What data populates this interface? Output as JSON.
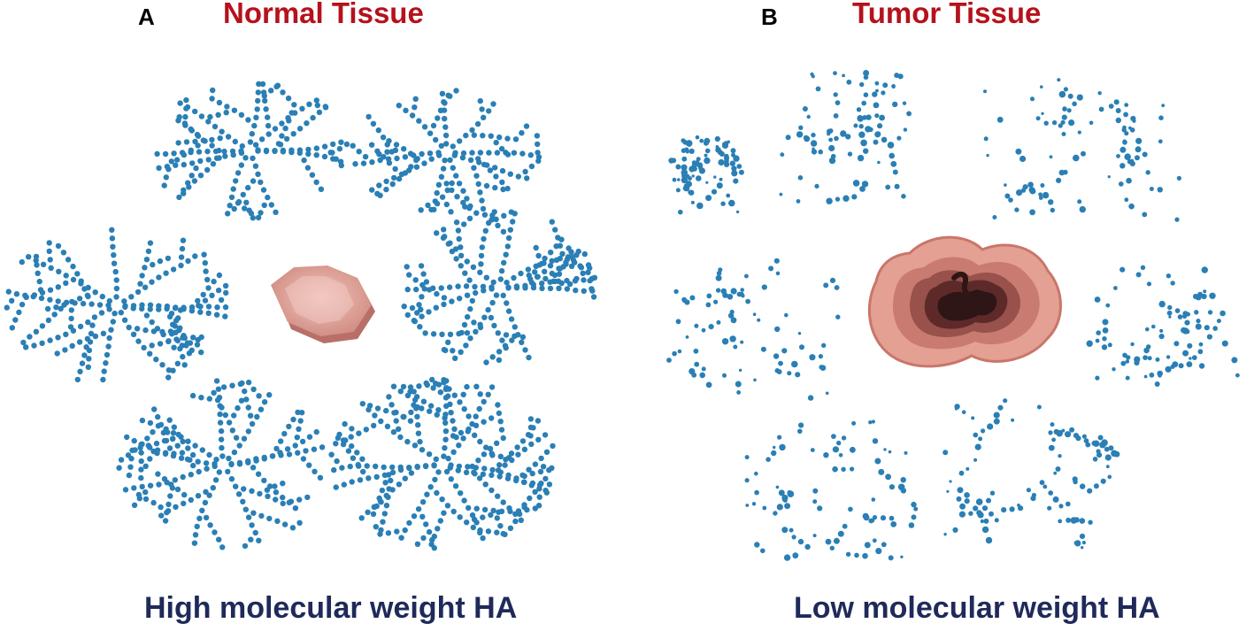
{
  "panels": [
    {
      "letter": "A",
      "title": "Normal Tissue",
      "caption": "High molecular weight HA"
    },
    {
      "letter": "B",
      "title": "Tumor Tissue",
      "caption": "Low molecular weight HA"
    }
  ],
  "colors": {
    "title": "#b5121b",
    "caption": "#1f2a5a",
    "ha_dot": "#2a7fb5",
    "cell_pink": "#dea39b",
    "tumor_outer": "#e3a093",
    "tumor_core": "#2e1516"
  },
  "icons": {
    "normal_cell": "normal-cell-icon",
    "tumor_mass": "tumor-mass-icon",
    "ha_polymer": "ha-polymer-network-icon",
    "ha_fragment": "ha-fragment-cluster-icon"
  }
}
